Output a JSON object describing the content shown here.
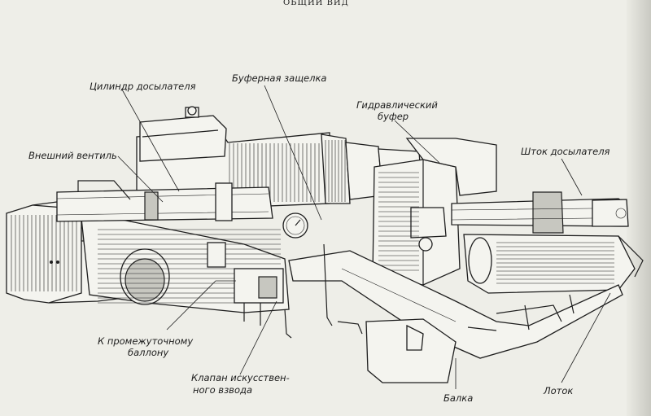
{
  "header": {
    "title": "ОБЩИЙ ВИД"
  },
  "labels": {
    "rammer_cylinder": "Цилиндр досылателя",
    "buffer_latch": "Буферная защелка",
    "hydraulic_buffer_1": "Гидравлический",
    "hydraulic_buffer_2": "буфер",
    "external_valve": "Внешний вентиль",
    "rammer_rod": "Шток досылателя",
    "to_intermediate_1": "К промежуточному",
    "to_intermediate_2": "баллону",
    "cocking_valve_1": "Клапан искусствен-",
    "cocking_valve_2": "ного взвода",
    "beam": "Балка",
    "tray": "Лоток"
  },
  "colors": {
    "ink": "#1e1e1e",
    "paper": "#eeeee8",
    "shade": "#c7c7c0"
  }
}
